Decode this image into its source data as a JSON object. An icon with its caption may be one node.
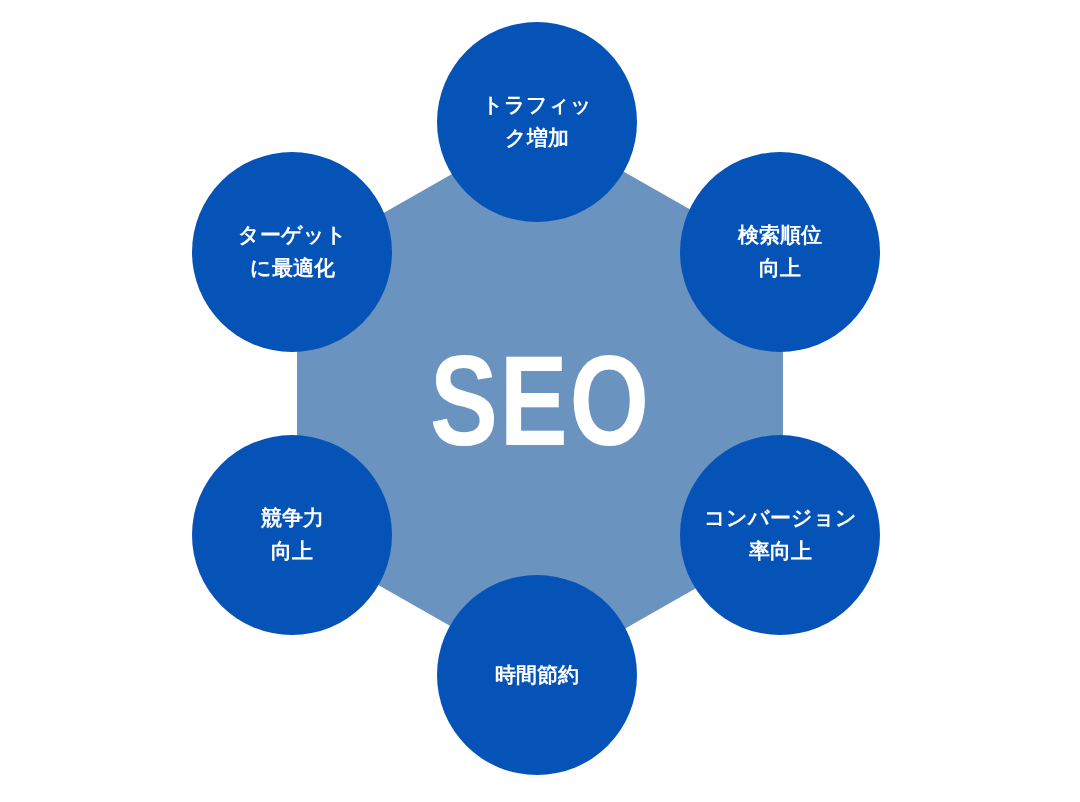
{
  "diagram": {
    "nodes": [
      {
        "text": [
          "SEO"
        ]
      },
      {
        "text": [
          "トラフィック増加"
        ]
      },
      {
        "text": [
          "ターゲットに最適化"
        ]
      },
      {
        "text": [
          "検索順位向上"
        ]
      },
      {
        "text": [
          "競争力向上"
        ]
      },
      {
        "text": [
          "コンバージョン率向上"
        ]
      },
      {
        "text": [
          "時間節約"
        ]
      }
    ]
  }
}
